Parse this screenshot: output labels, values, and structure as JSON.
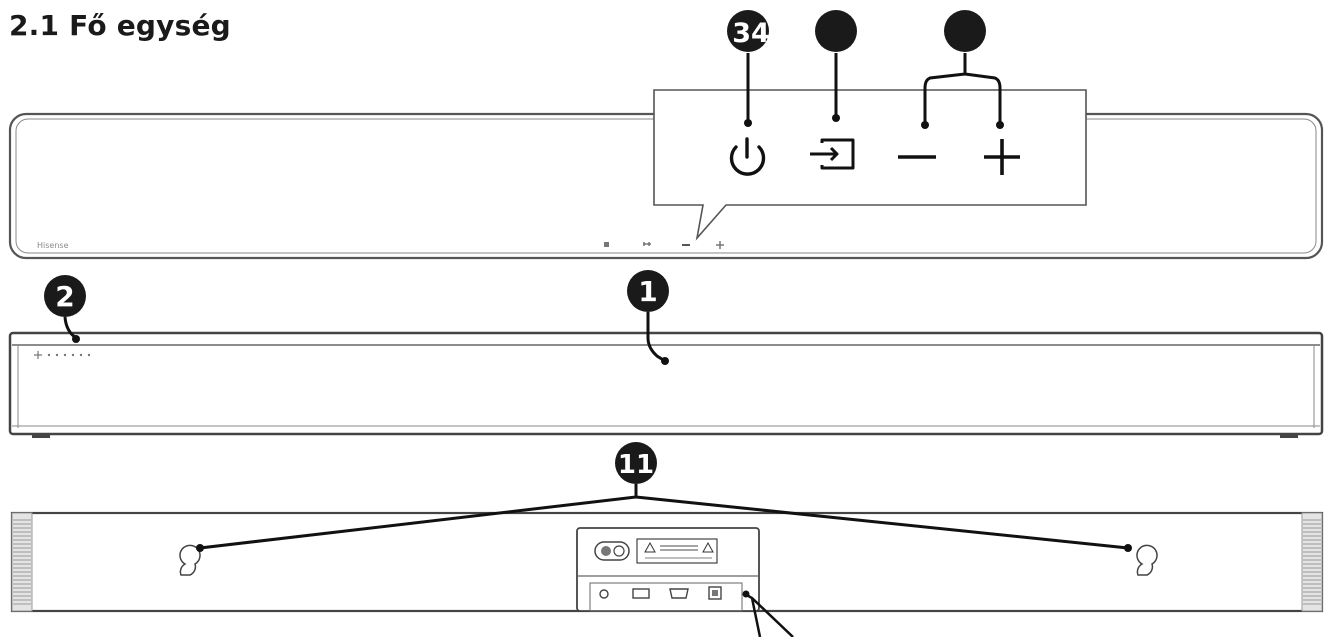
{
  "section_title": "2.1 Fő egység",
  "top_view": {
    "brand": "Hisense"
  },
  "callouts": {
    "c34": "34",
    "c1": "1",
    "c2": "2",
    "c11": "11"
  },
  "colors": {
    "ink": "#1a1a1a",
    "outline": "#555555",
    "panel_fill": "#ffffff",
    "grille": "#c8c8c8"
  },
  "icons": [
    "power-icon",
    "input-source-icon",
    "volume-down-icon",
    "volume-up-icon",
    "keyhole-mount-icon"
  ]
}
